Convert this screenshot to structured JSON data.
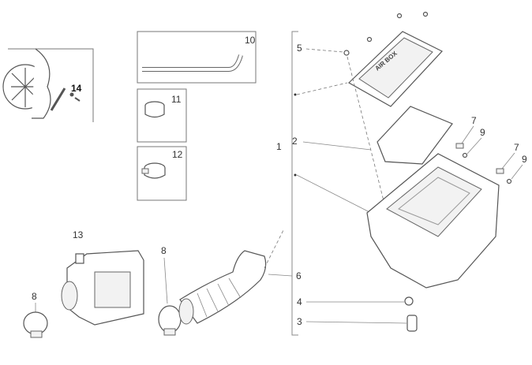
{
  "diagram": {
    "callouts": {
      "c1": "1",
      "c2": "2",
      "c3": "3",
      "c4": "4",
      "c5": "5",
      "c6": "6",
      "c7a": "7",
      "c7b": "7",
      "c8a": "8",
      "c8b": "8",
      "c9a": "9",
      "c9b": "9",
      "c10": "10",
      "c11": "11",
      "c12": "12",
      "c13": "13",
      "c14": "14"
    },
    "lid_marking": "AIR BOX"
  }
}
